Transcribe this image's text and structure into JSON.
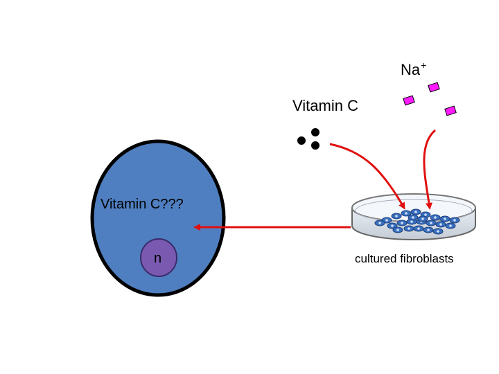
{
  "labels": {
    "sodium": "Na",
    "sodium_charge": "+",
    "vitamin_c": "Vitamin C",
    "cell_question": "Vitamin C???",
    "nucleus": "n",
    "dish_caption": "cultured fibroblasts"
  },
  "colors": {
    "cell_fill": "#4f7fc0",
    "nucleus_fill": "#7a5ab0",
    "sodium_ion": "#ff1aff",
    "vitamin_c_molecule": "#000000",
    "arrows": "#e01010",
    "fibroblast": "#3a6fbf"
  },
  "icons": {
    "sodium_ion": "magenta-rectangle",
    "vitamin_c_molecule": "black-dot",
    "dish": "petri-dish"
  }
}
